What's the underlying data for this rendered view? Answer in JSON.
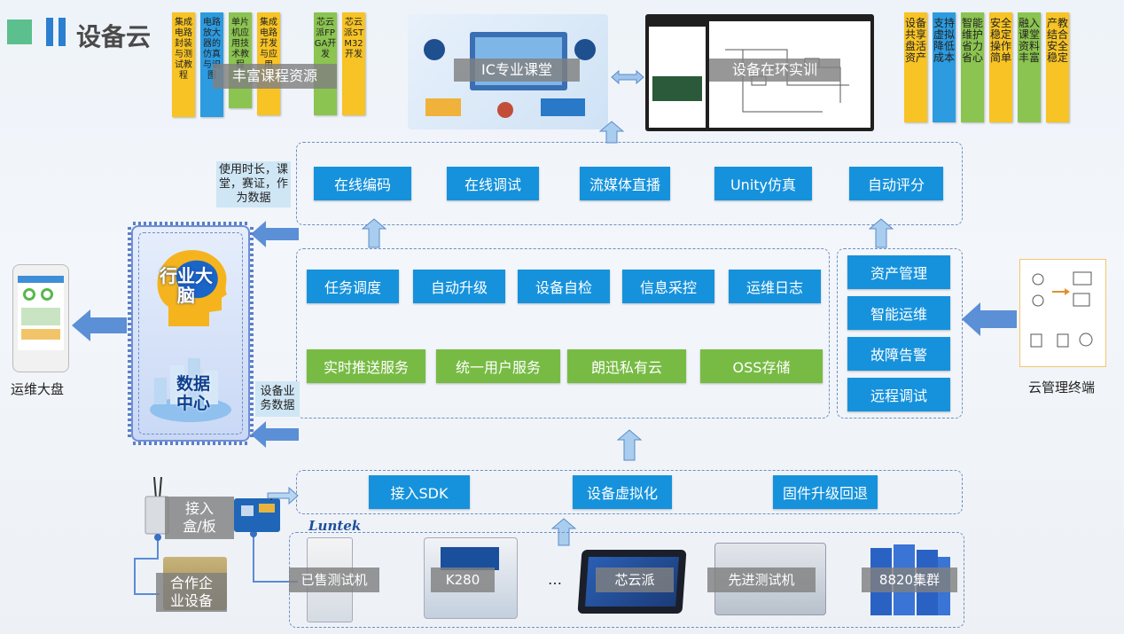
{
  "title": "设备云",
  "colors": {
    "blue": "#1692dc",
    "green": "#77bb44",
    "yellow": "#f7c325",
    "lightgreen": "#8bc450",
    "teal": "#3a9ed8"
  },
  "course_resources": {
    "label": "丰富课程资源",
    "books": [
      {
        "text": "集成电路封装与测试教程",
        "color": "#f7c325"
      },
      {
        "text": "电路放大器的仿真与识图",
        "color": "#2d9be0"
      },
      {
        "text": "单片机应用技术教程",
        "color": "#8bc450"
      },
      {
        "text": "集成电路开发与应用",
        "color": "#f7c325"
      },
      {
        "text": "芯云派FPGA开发",
        "color": "#8bc450"
      },
      {
        "text": "芯云派STM32开发",
        "color": "#f7c325"
      }
    ]
  },
  "top_images": {
    "ic_course": "IC专业课堂",
    "hil_training": "设备在环实训"
  },
  "features": [
    {
      "text": "设备共享盘活资产",
      "color": "#f7c325"
    },
    {
      "text": "支持虚拟降低成本",
      "color": "#2d9be0"
    },
    {
      "text": "智能维护省力省心",
      "color": "#8bc450"
    },
    {
      "text": "安全稳定操作简单",
      "color": "#f7c325"
    },
    {
      "text": "融入课堂资料丰富",
      "color": "#8bc450"
    },
    {
      "text": "产教结合安全稳定",
      "color": "#f7c325"
    }
  ],
  "app_services": [
    "在线编码",
    "在线调试",
    "流媒体直播",
    "Unity仿真",
    "自动评分"
  ],
  "platform_services": [
    "任务调度",
    "自动升级",
    "设备自检",
    "信息采控",
    "运维日志"
  ],
  "infra_services": [
    "实时推送服务",
    "统一用户服务",
    "朗迅私有云",
    "OSS存储"
  ],
  "mgmt_services": [
    "资产管理",
    "智能运维",
    "故障告警",
    "远程调试"
  ],
  "access_services": [
    "接入SDK",
    "设备虚拟化",
    "固件升级回退"
  ],
  "notes": {
    "usage": "使用时长，课堂，赛证，作为数据",
    "device": "设备业务数据"
  },
  "brain": {
    "industry": "行业大脑",
    "data": "数据中心"
  },
  "ops_dashboard": "运维大盘",
  "cloud_terminal": "云管理终端",
  "access_box": "接入盒/板",
  "partner_device": "合作企业设备",
  "logo_text": "Luntek",
  "devices": [
    "已售测试机",
    "K280",
    "…",
    "芯云派",
    "先进测试机",
    "8820集群"
  ]
}
